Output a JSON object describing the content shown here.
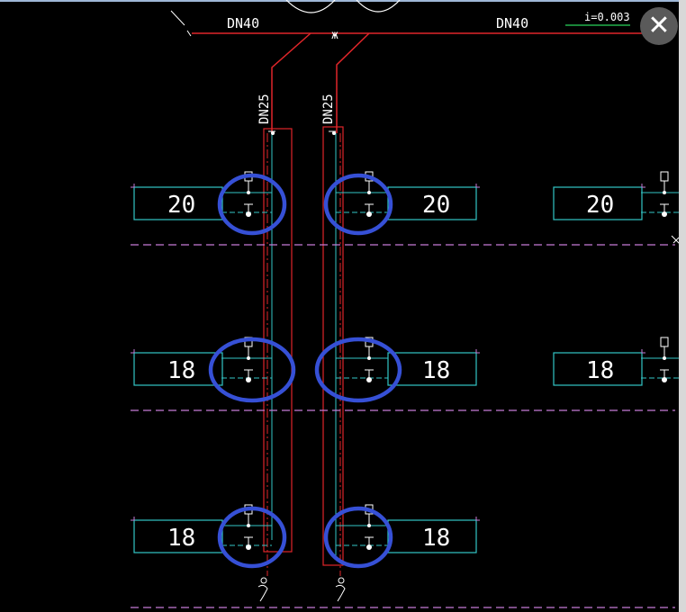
{
  "colors": {
    "background": "#000000",
    "pipe_red": "#e0262a",
    "fixture_cyan": "#33c6c6",
    "floor_line_magenta": "#c67bd6",
    "annotation_blue": "#3650d6",
    "valve_white": "#ffffff",
    "slope_green": "#22b14c",
    "close_bg": "#5a5a5a"
  },
  "labels": {
    "main_left": "DN40",
    "main_right": "DN40",
    "slope": "i=0.003",
    "riser_left": "DN25",
    "riser_right": "DN25",
    "cross_mark": "ж"
  },
  "floors": [
    {
      "units": [
        {
          "position": "left",
          "value": "20"
        },
        {
          "position": "center",
          "value": "20"
        },
        {
          "position": "right",
          "value": "20"
        }
      ]
    },
    {
      "units": [
        {
          "position": "left",
          "value": "18"
        },
        {
          "position": "center",
          "value": "18"
        },
        {
          "position": "right",
          "value": "18"
        }
      ]
    },
    {
      "units": [
        {
          "position": "left",
          "value": "18"
        },
        {
          "position": "center",
          "value": "18"
        }
      ]
    }
  ],
  "close_button": {
    "icon": "close-icon",
    "glyph": "✕"
  }
}
